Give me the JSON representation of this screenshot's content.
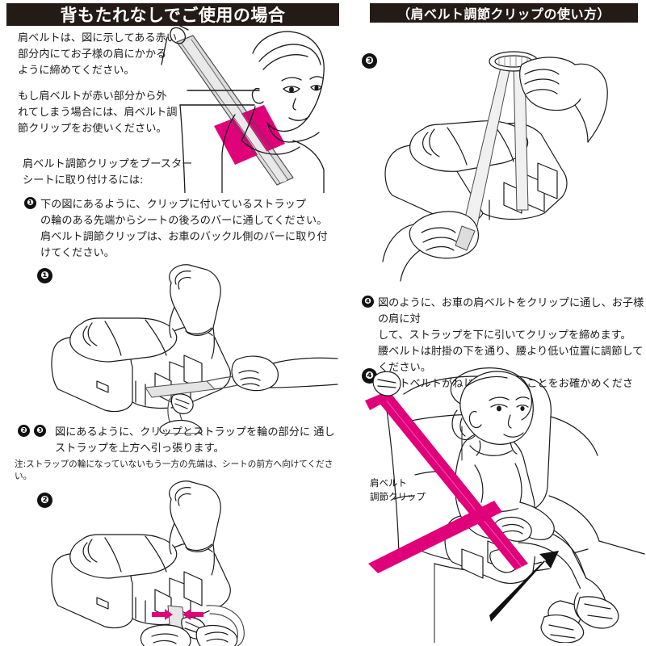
{
  "headers": {
    "left": "背もたれなしでご使用の場合",
    "right": "（肩ベルト調節クリップの使い方）"
  },
  "left_column": {
    "intro_1": "肩ベルトは、図に示してある赤い\n部分内にてお子様の肩にかかる\nように締めてください。",
    "intro_2": "もし肩ベルトが赤い部分から外\nれてしまう場合には、肩ベルト調\n節クリップをお使いください。",
    "intro_3": "肩ベルト調節クリップをブースター\nシートに取り付けるには:",
    "step1_num": "❶",
    "step1_text": "下の図にあるように、クリップに付いているストラップ\nの輪のある先端からシートの後ろのバーに通してください。\n肩ベルト調節クリップは、お車のバックル側のバーに取り付\nけてください。",
    "fig1_badge": "❶",
    "step23_num_a": "❷",
    "step23_num_b": "❸",
    "step23_text": "図にあるように、クリップとストラップを輪の部分に 通し\nストラップを上方へ引っ張ります。",
    "note_text": "注:ストラップの輪になっていないもう一方の先端は、シートの前方へ向けてください。",
    "fig2_badge": "❷"
  },
  "right_column": {
    "fig3_badge": "❸",
    "step4_num": "❹",
    "step4_text": "図のように、お車の肩ベルトをクリップに通し、お子様の肩に対\nして、ストラップを下に引いてクリップを締めます。\n腰ベルトは肘掛の下を通り、腰より低い位置に調節してください。\nシートベルトがねじれていないことをお確かめください。",
    "fig4_badge": "❹",
    "callout_label": "肩ベルト\n調節クリップ"
  },
  "colors": {
    "header_bg": "#241a16",
    "header_text": "#ffffff",
    "accent_pink": "#e0007a",
    "belt_gray": "#d8d8d8",
    "line": "#1a1a1a",
    "page_bg": "#ffffff"
  }
}
